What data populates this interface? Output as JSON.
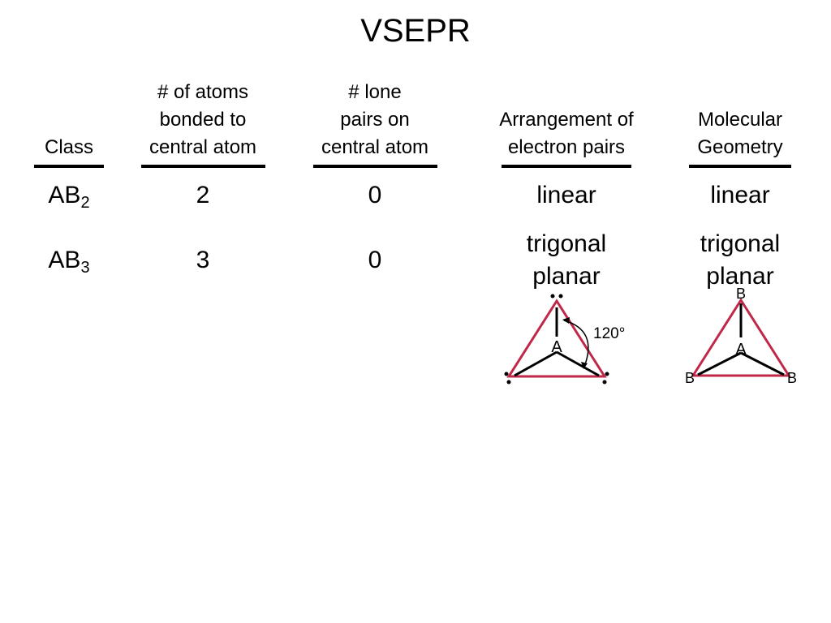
{
  "title": "VSEPR",
  "columns": [
    {
      "lines": [
        "Class"
      ]
    },
    {
      "lines": [
        "# of atoms",
        "bonded to",
        "central atom"
      ]
    },
    {
      "lines": [
        "# lone",
        "pairs on",
        "central atom"
      ]
    },
    {
      "lines": [
        "Arrangement of",
        "electron pairs"
      ]
    },
    {
      "lines": [
        "Molecular",
        "Geometry"
      ]
    }
  ],
  "rows": [
    {
      "class_base": "AB",
      "class_sub": "2",
      "bonded_atoms": "2",
      "lone_pairs": "0",
      "arrangement": [
        "linear"
      ],
      "geometry": [
        "linear"
      ]
    },
    {
      "class_base": "AB",
      "class_sub": "3",
      "bonded_atoms": "3",
      "lone_pairs": "0",
      "arrangement": [
        "trigonal",
        "planar"
      ],
      "geometry": [
        "trigonal",
        "planar"
      ]
    }
  ],
  "figures": {
    "arrangement": {
      "central_label": "A",
      "angle_label": "120°",
      "triangle_color": "#c0284a"
    },
    "geometry": {
      "central_label": "A",
      "top_label": "B",
      "left_label": "B",
      "right_label": "B",
      "triangle_color": "#c0284a"
    }
  }
}
